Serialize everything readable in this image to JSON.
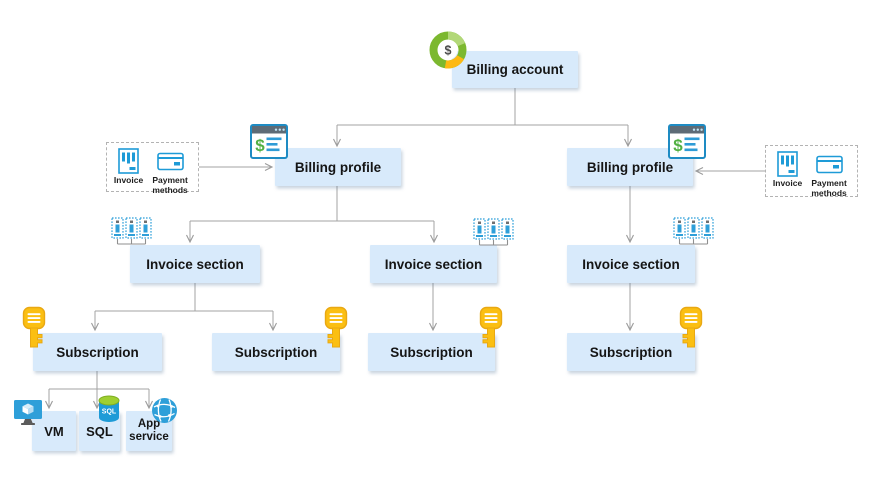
{
  "diagram": {
    "billing_account": {
      "label": "Billing account",
      "icon_text": "$"
    },
    "billing_profiles": [
      {
        "label": "Billing profile",
        "icon_text": "$"
      },
      {
        "label": "Billing profile",
        "icon_text": "$"
      }
    ],
    "invoice_sections": [
      {
        "label": "Invoice section"
      },
      {
        "label": "Invoice section"
      },
      {
        "label": "Invoice section"
      }
    ],
    "subscriptions": [
      {
        "label": "Subscription"
      },
      {
        "label": "Subscription"
      },
      {
        "label": "Subscription"
      },
      {
        "label": "Subscription"
      }
    ],
    "resources": {
      "vm": {
        "label": "VM"
      },
      "sql": {
        "label": "SQL",
        "icon_text": "SQL"
      },
      "app_service": {
        "label": "App service"
      }
    },
    "attachment_groups": [
      {
        "invoice_label": "Invoice",
        "payment_label": "Payment methods"
      },
      {
        "invoice_label": "Invoice",
        "payment_label": "Payment methods"
      }
    ],
    "colors": {
      "node_fill": "#d8eafb",
      "connector_gray": "#a3a3a3",
      "azure_blue": "#1e9bd7",
      "window_border_blue": "#1e8bc3",
      "key_yellow": "#fbbf12",
      "donut_green": "#7cb82f",
      "donut_light_green": "#b2d878",
      "donut_yellow": "#fdb913",
      "sql_top_green": "#9fcf31"
    }
  }
}
